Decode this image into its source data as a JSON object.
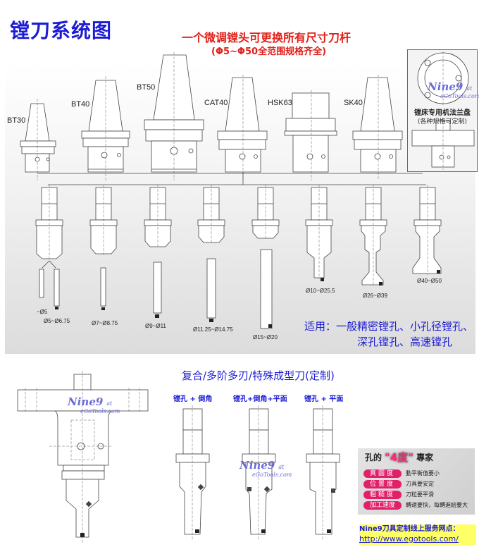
{
  "header": {
    "title": "镗刀系统图",
    "subtitle": "一个微调镗头可更换所有尺寸刀杆",
    "subtitle_range": "(Φ5~Φ50全范围规格齐全)"
  },
  "holders": [
    {
      "label": "BT30"
    },
    {
      "label": "BT40"
    },
    {
      "label": "BT50"
    },
    {
      "label": "CAT40"
    },
    {
      "label": "HSK63"
    },
    {
      "label": "SK40"
    }
  ],
  "flange": {
    "caption": "镗床专用机法兰盘",
    "note": "(各种规格可定制)"
  },
  "watermark": {
    "brand": "Nine9",
    "at": "at",
    "site": "eGoTools.com"
  },
  "bars": [
    {
      "range_a": "~Ø5",
      "range_b": "Ø5~Ø6.75"
    },
    {
      "range": "Ø7~Ø8.75"
    },
    {
      "range": "Ø9~Ø11"
    },
    {
      "range": "Ø11.25~Ø14.75"
    },
    {
      "range": "Ø15~Ø20"
    },
    {
      "range": "Ø10~Ø25.5"
    },
    {
      "range": "Ø26~Ø39"
    },
    {
      "range": "Ø40~Ø50"
    }
  ],
  "application": {
    "line1": "适用：一般精密镗孔、小孔径镗孔、",
    "line2": "深孔镗孔、高速镗孔"
  },
  "custom_section": {
    "title": "复合/多阶多刃/特殊成型刀(定制)",
    "variants": [
      {
        "label": "镗孔 + 倒角"
      },
      {
        "label": "镗孔+倒角+平面"
      },
      {
        "label": "镗孔 + 平面"
      }
    ]
  },
  "four_degrees": {
    "head_left": "孔的",
    "head_big": "\"4度\"",
    "head_right": "專家",
    "rows": [
      {
        "pill": "真圓度",
        "text": "動平衡值要小"
      },
      {
        "pill": "位置度",
        "text": "刀具要安定"
      },
      {
        "pill": "粗糙度",
        "text": "刀粒要平滑"
      },
      {
        "pill": "加工速度",
        "text": "轉速要快，每轉進給要大"
      }
    ]
  },
  "footer": {
    "service_label": "Nine9刀具定制线上服务网点：",
    "url": "http://www.egotools.com/"
  },
  "colors": {
    "title_blue": "#1c1cd6",
    "subtitle_red": "#e0201a",
    "pill_pink": "#e2206a",
    "flange_border": "#d83a3a",
    "footer_highlight": "#ffff66"
  }
}
